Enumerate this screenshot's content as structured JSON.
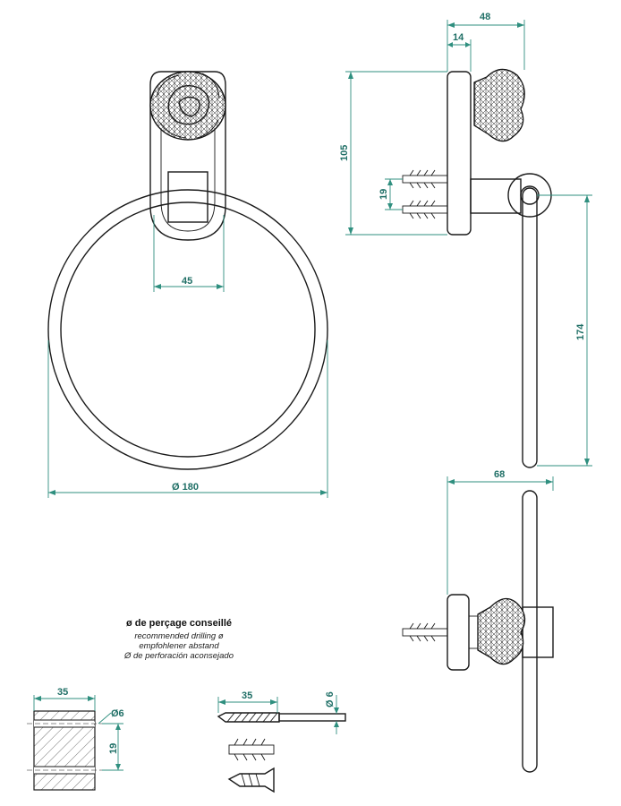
{
  "dimensions": {
    "base_width": "45",
    "ring_diameter": "Ø  180",
    "depth_total": "48",
    "plate_thickness": "14",
    "height_total": "105",
    "dowel_spacing": "19",
    "ring_drop": "174",
    "bottom_depth": "68",
    "drill_depth_block": "35",
    "drill_dia_block": "Ø6",
    "drill_spacing_block": "19",
    "drill_bit_length": "35",
    "drill_bit_dia": "Ø 6"
  },
  "drilling_note": {
    "title": "ø de perçage conseillé",
    "en": "recommended drilling ø",
    "de": "empfohlener abstand",
    "es": "Ø de perforación aconsejado"
  },
  "colors": {
    "dimension": "#2f8f7f",
    "outline": "#1a1a1a"
  }
}
